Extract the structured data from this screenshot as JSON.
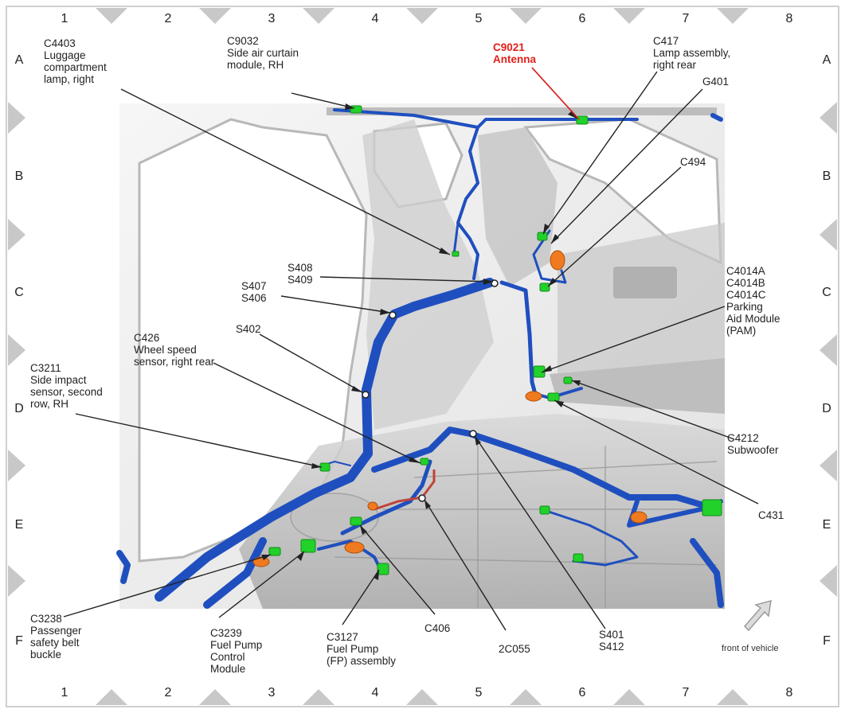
{
  "grid": {
    "columns": [
      "1",
      "2",
      "3",
      "4",
      "5",
      "6",
      "7",
      "8"
    ],
    "rows": [
      "A",
      "B",
      "C",
      "D",
      "E",
      "F"
    ]
  },
  "labels": {
    "c4403": [
      "C4403",
      "Luggage",
      "compartment",
      "lamp, right"
    ],
    "c9032": [
      "C9032",
      "Side air curtain",
      "module, RH"
    ],
    "c9021": [
      "C9021",
      "Antenna"
    ],
    "c417": [
      "C417",
      "Lamp assembly,",
      "right rear"
    ],
    "g401": [
      "G401"
    ],
    "c494": [
      "C494"
    ],
    "s408": [
      "S408",
      "S409"
    ],
    "s407": [
      "S407",
      "S406"
    ],
    "c4014": [
      "C4014A",
      "C4014B",
      "C4014C",
      "Parking",
      "Aid Module",
      "(PAM)"
    ],
    "s402": [
      "S402"
    ],
    "c426": [
      "C426",
      "Wheel speed",
      "sensor, right rear"
    ],
    "c3211": [
      "C3211",
      "Side impact",
      "sensor, second",
      "row, RH"
    ],
    "c4212": [
      "C4212",
      "Subwoofer"
    ],
    "c431": [
      "C431"
    ],
    "c3238": [
      "C3238",
      "Passenger",
      "safety belt",
      "buckle"
    ],
    "c3239": [
      "C3239",
      "Fuel Pump",
      "Control",
      "Module"
    ],
    "c3127": [
      "C3127",
      "Fuel Pump",
      "(FP) assembly"
    ],
    "c406": [
      "C406"
    ],
    "c2c055": [
      "2C055"
    ],
    "s401": [
      "S401",
      "S412"
    ]
  },
  "direction_indicator": "front of vehicle",
  "colors": {
    "harness": "#1f4fbf",
    "connector": "#22d12a",
    "grommet": "#f07a20",
    "highlight_text": "#e0201a",
    "body_gray": "#d9d9d9",
    "border_triangle": "#c8c8c8"
  }
}
